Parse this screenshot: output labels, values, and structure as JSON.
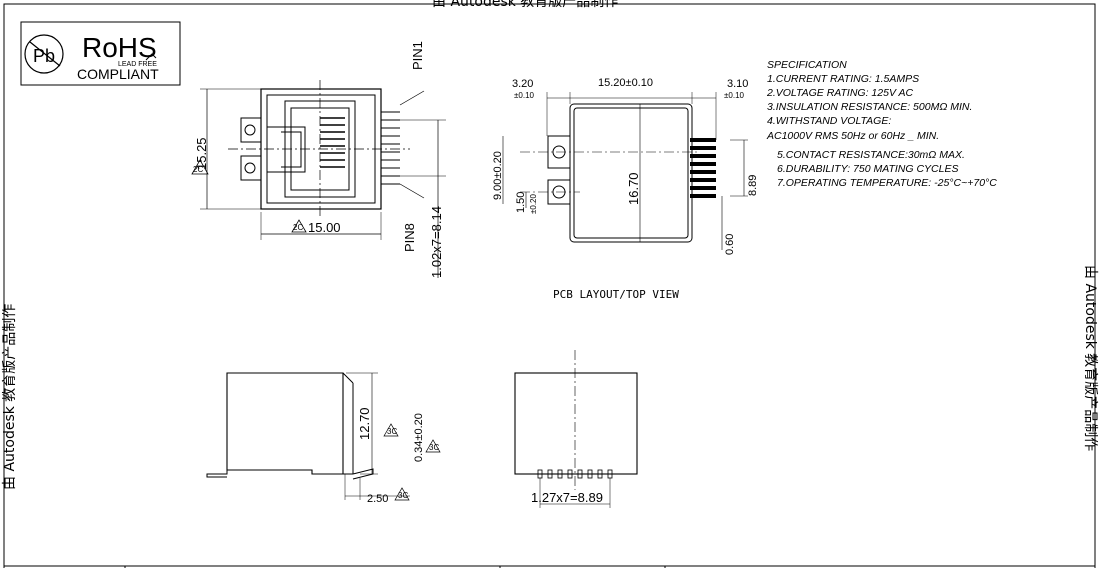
{
  "watermark": {
    "top": "由 Autodesk 教育版产品制作",
    "left": "由 Autodesk 教育版产品制作",
    "right": "由 Autodesk 教育版产品制作"
  },
  "rohs": {
    "logo_letters": "Pb",
    "title": "RoHS",
    "subtitle": "LEAD FREE",
    "footer": "COMPLIANT"
  },
  "front_view": {
    "pin1": "PIN1",
    "pin8": "PIN8",
    "height": "15.25",
    "width": "15.00",
    "pitch": "1.02x7=8.14",
    "mark": "2C"
  },
  "pcb_layout": {
    "left_margin": "3.20",
    "left_tol": "±0.10",
    "width": "15.20±0.10",
    "right_margin": "3.10",
    "right_tol": "±0.10",
    "peg_spacing": "9.00±0.20",
    "peg_offset": "1.50",
    "peg_offset_tol": "±0.20",
    "height": "16.70",
    "pin_span": "8.89",
    "pin_offset": "0.60",
    "caption": "PCB LAYOUT/TOP VIEW"
  },
  "specification": {
    "title": "SPECIFICATION",
    "lines": [
      "1.CURRENT  RATING:  1.5AMPS",
      "2.VOLTAGE  RATING:  125V  AC",
      "3.INSULATION  RESISTANCE:  500MΩ  MIN.",
      "4.WITHSTAND  VOLTAGE:",
      "AC1000V  RMS  50Hz  or  60Hz _  MIN.",
      "5.CONTACT  RESISTANCE:30mΩ  MAX.",
      "6.DURABILITY:  750  MATING  CYCLES",
      "7.OPERATING  TEMPERATURE:  -25°C~+70°C"
    ]
  },
  "side_view": {
    "height": "12.70",
    "lead": "0.34±0.20",
    "offset": "2.50",
    "mark": "3C",
    "mark2": "3C",
    "mark3": "3C"
  },
  "bottom_view": {
    "pitch": "1.27x7=8.89"
  }
}
